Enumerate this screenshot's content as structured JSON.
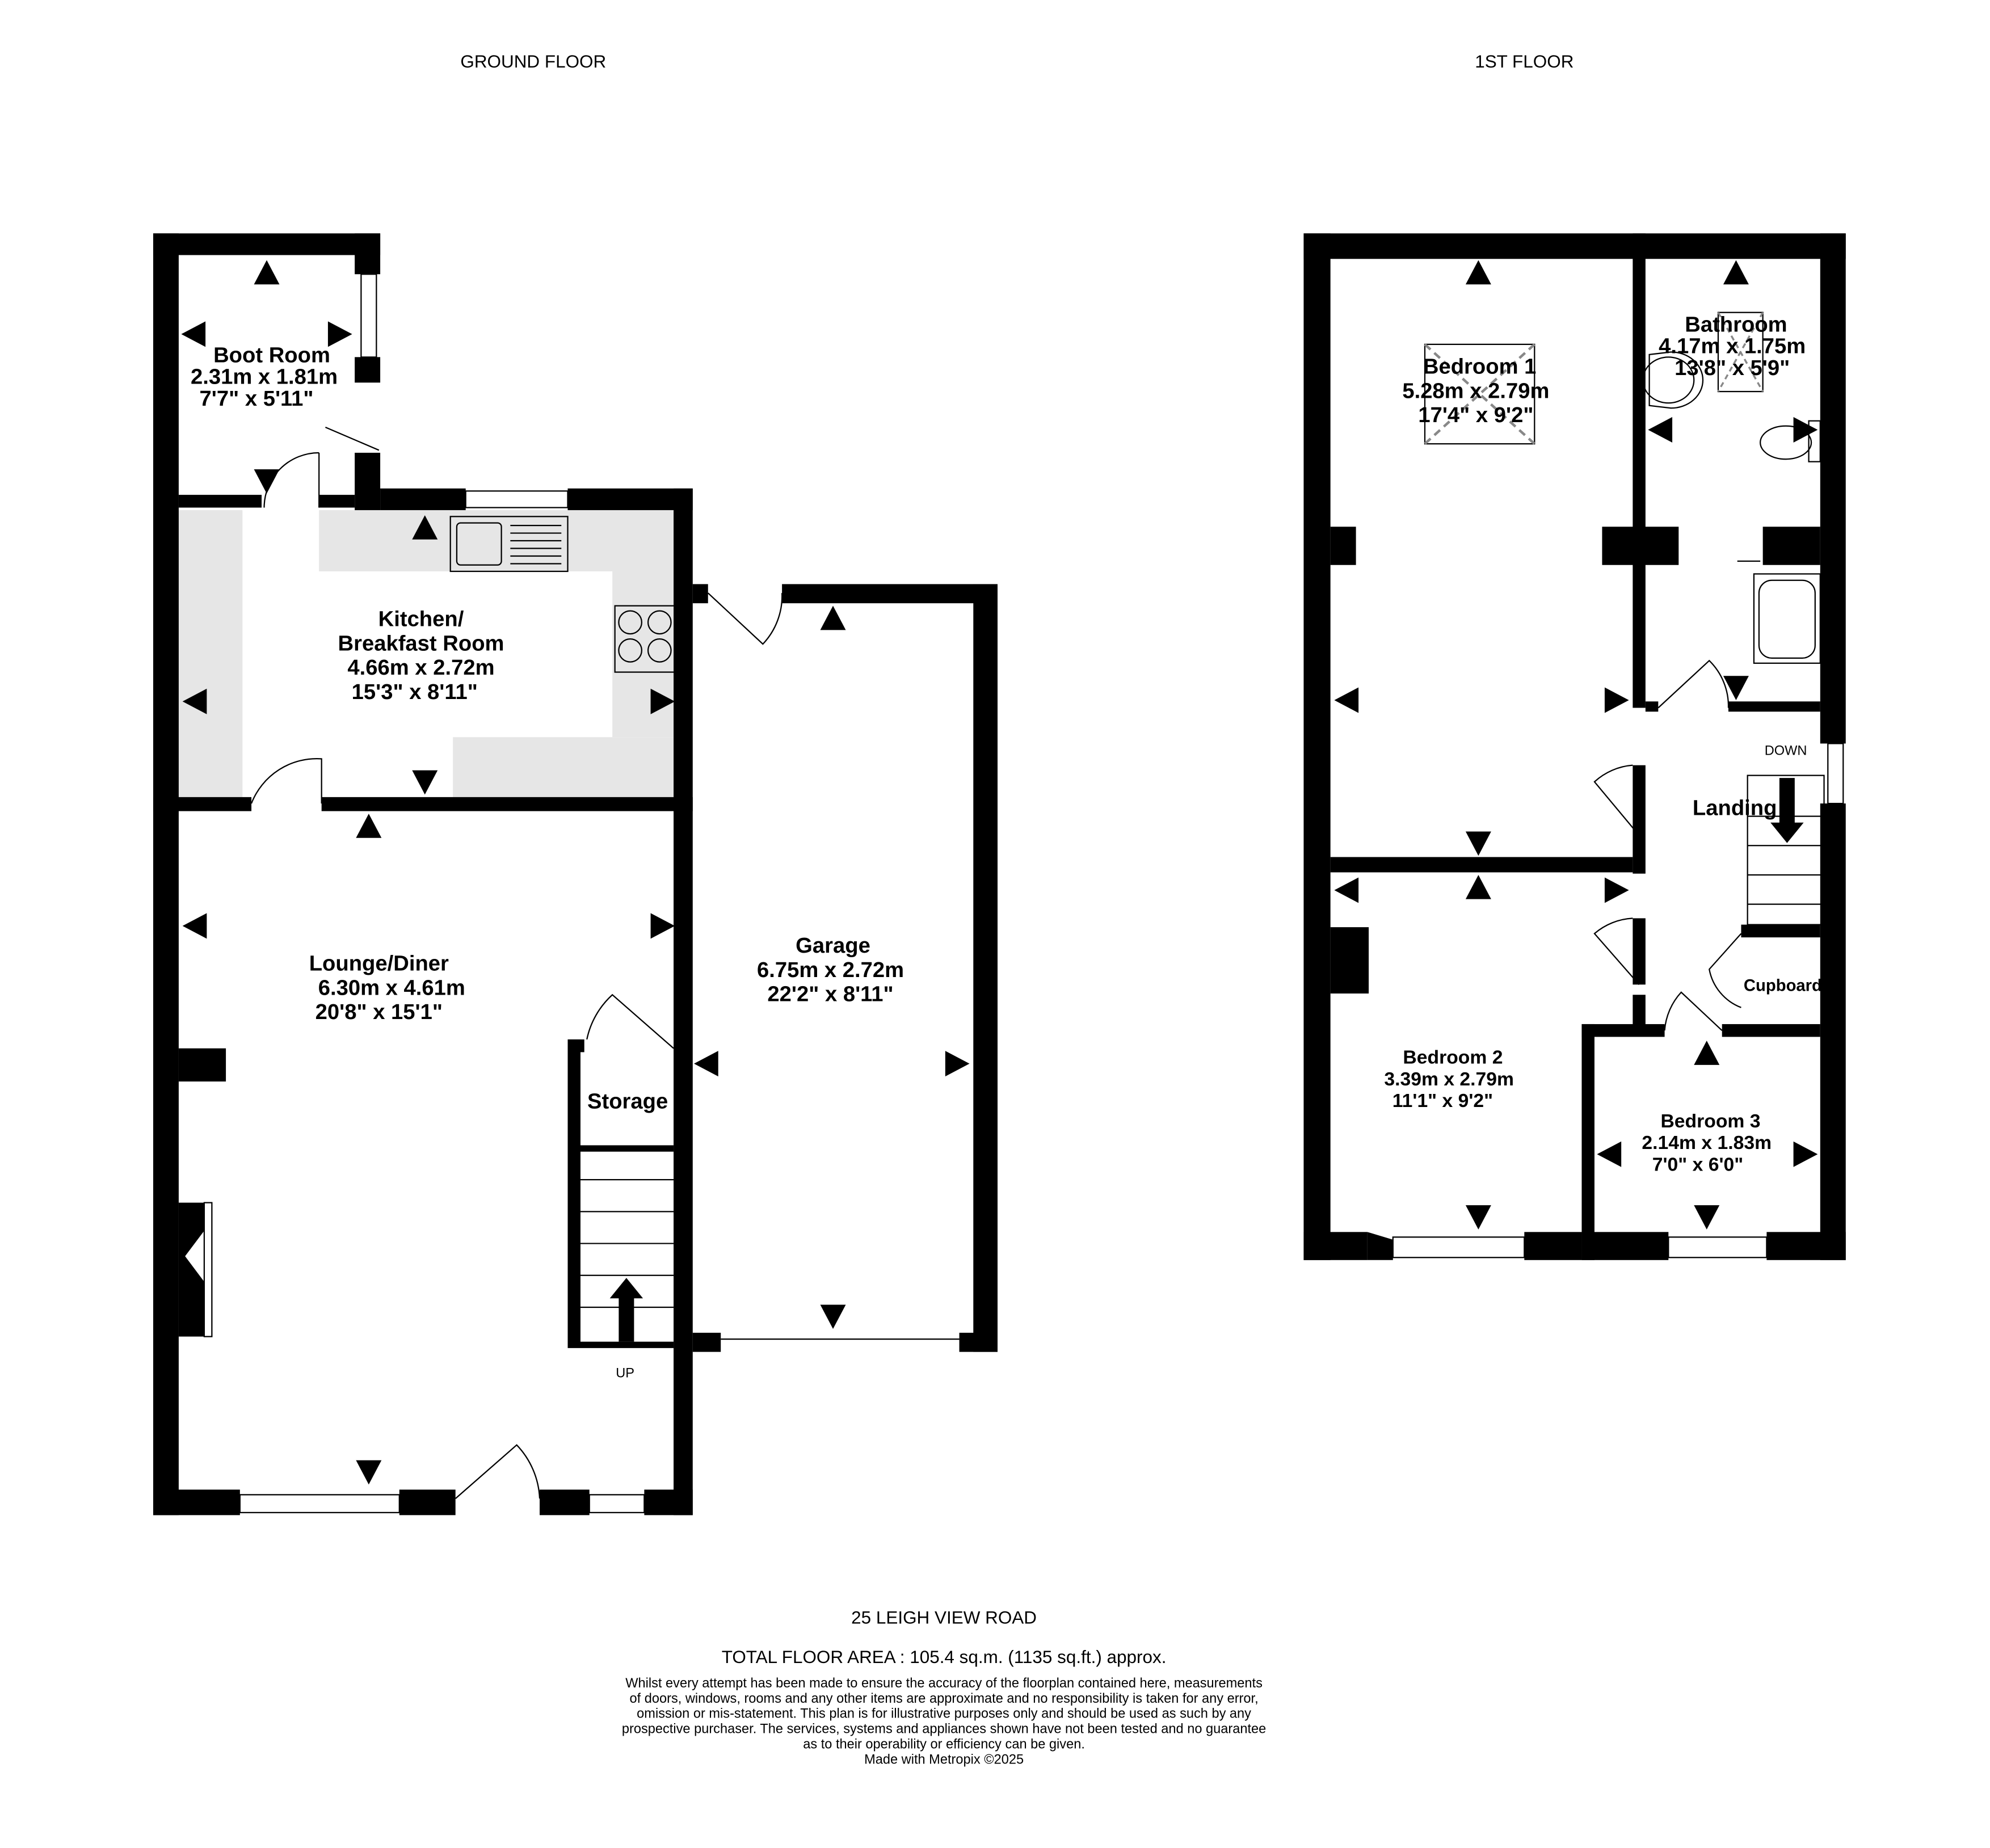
{
  "headings": {
    "ground": "GROUND FLOOR",
    "first": "1ST FLOOR"
  },
  "ground_floor": {
    "boot_room": {
      "name": "Boot Room",
      "metric": "2.31m  x 1.81m",
      "imperial": "7'7\"  x 5'11\""
    },
    "kitchen": {
      "name_line1": "Kitchen/",
      "name_line2": "Breakfast Room",
      "metric": "4.66m  x 2.72m",
      "imperial": "15'3\"  x 8'11\""
    },
    "lounge": {
      "name": "Lounge/Diner",
      "metric": "6.30m  x 4.61m",
      "imperial": "20'8\"  x 15'1\""
    },
    "garage": {
      "name": "Garage",
      "metric": "6.75m  x 2.72m",
      "imperial": "22'2\"  x 8'11\""
    },
    "storage": {
      "name": "Storage"
    },
    "stairs_label": "UP"
  },
  "first_floor": {
    "bedroom1": {
      "name": "Bedroom 1",
      "metric": "5.28m  x 2.79m",
      "imperial": "17'4\"  x 9'2\""
    },
    "bathroom": {
      "name": "Bathroom",
      "metric": "4.17m  x 1.75m",
      "imperial": "13'8\"  x 5'9\""
    },
    "landing": {
      "name": "Landing"
    },
    "cupboard": {
      "name": "Cupboard"
    },
    "bedroom2": {
      "name": "Bedroom 2",
      "metric": "3.39m  x 2.79m",
      "imperial": "11'1\"  x 9'2\""
    },
    "bedroom3": {
      "name": "Bedroom 3",
      "metric": "2.14m  x 1.83m",
      "imperial": "7'0\"  x 6'0\""
    },
    "stairs_label": "DOWN"
  },
  "footer": {
    "address": "25 LEIGH VIEW ROAD",
    "total_area": "TOTAL FLOOR AREA : 105.4 sq.m. (1135 sq.ft.) approx.",
    "disclaimer": [
      "Whilst every attempt has been made to ensure the accuracy of the floorplan contained here, measurements",
      "of doors, windows, rooms and any other items are approximate and no responsibility is taken for any error,",
      "omission or mis-statement. This plan is for illustrative purposes only and should be used as such by any",
      "prospective purchaser. The services, systems and appliances shown have not been tested and no guarantee",
      "as to their operability or efficiency can be given."
    ],
    "credit": "Made with Metropix ©2025"
  }
}
